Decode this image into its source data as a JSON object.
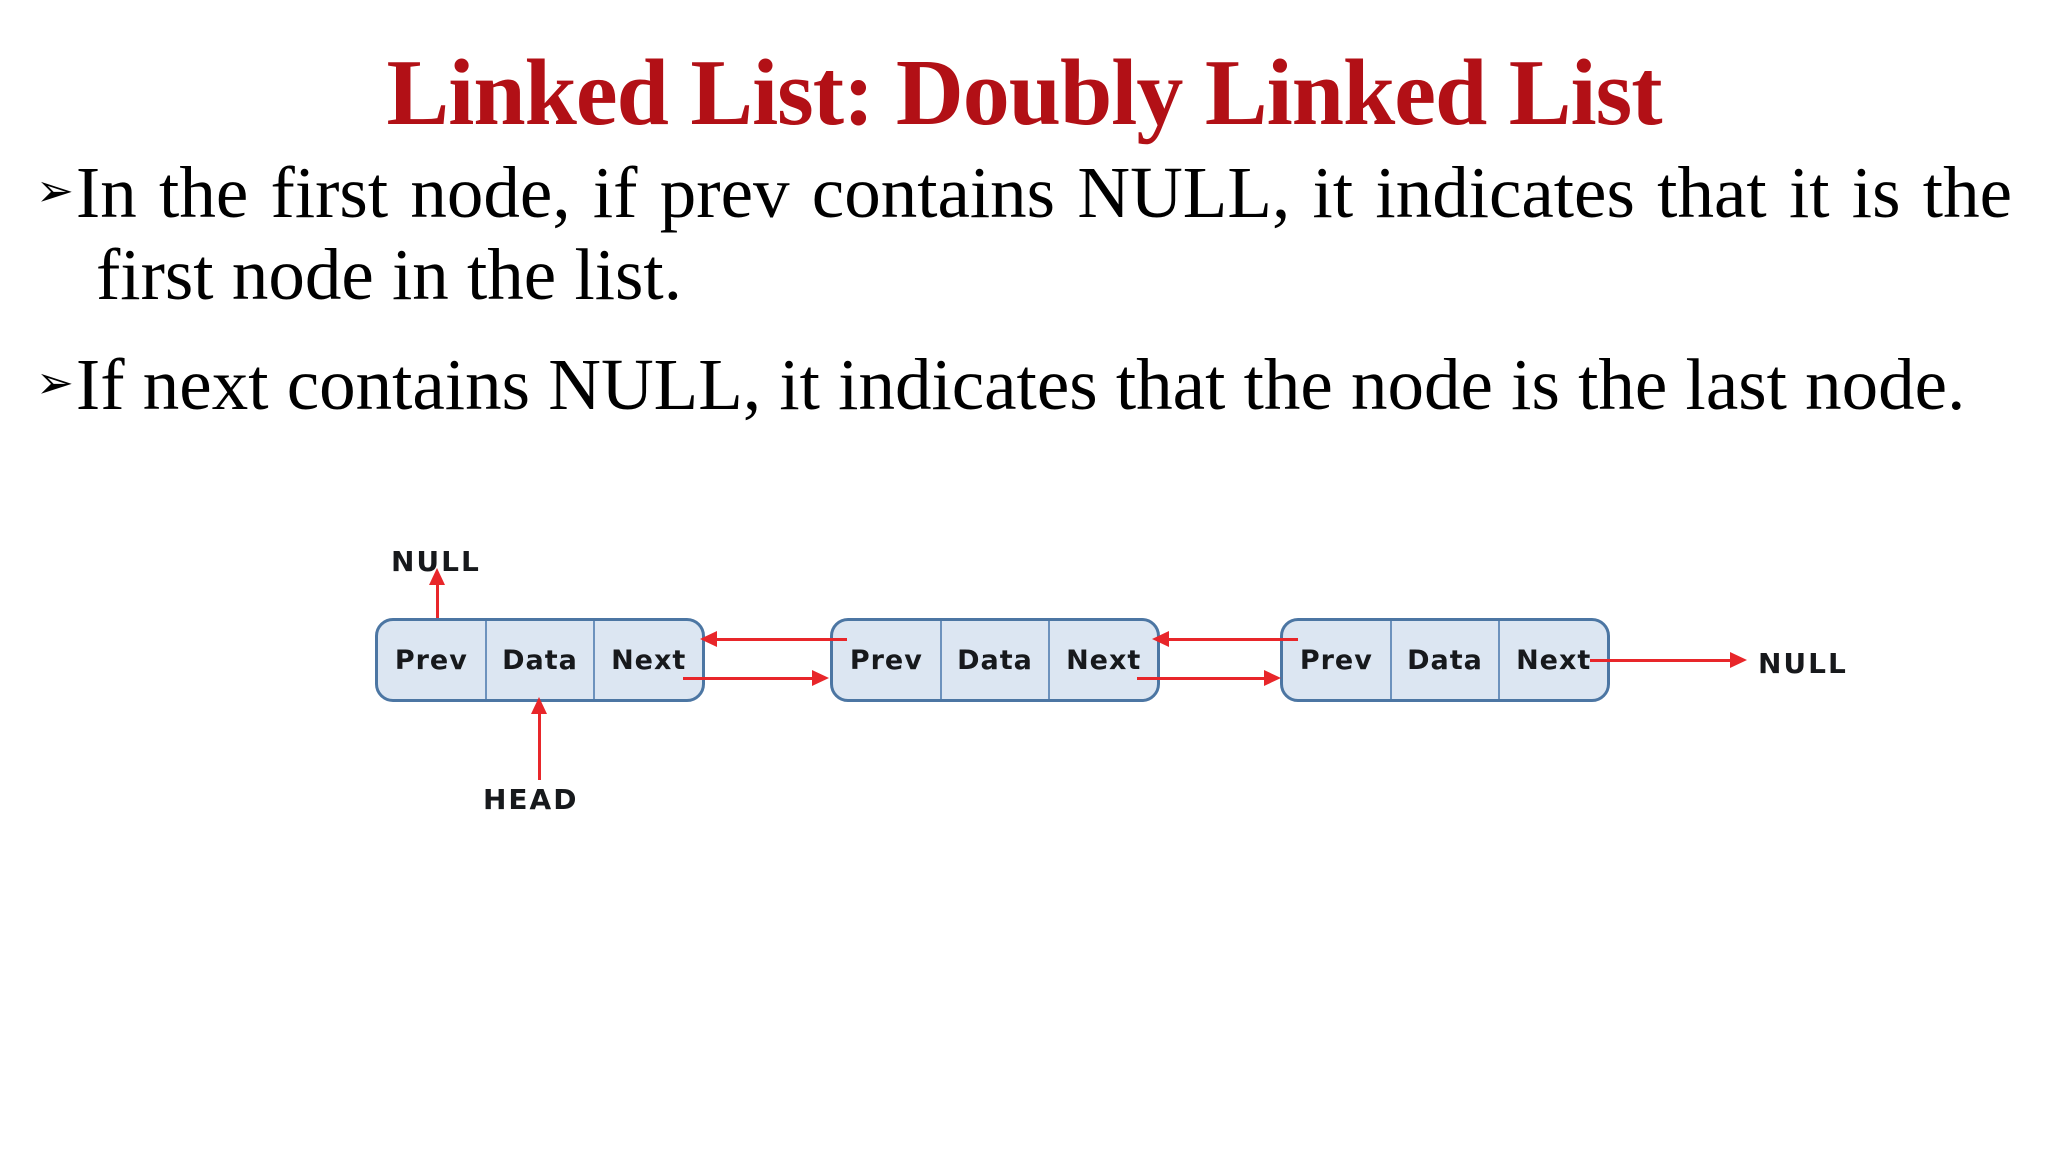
{
  "slide": {
    "title": "Linked List: Doubly Linked List",
    "bullet_char": "➢",
    "bullets": [
      {
        "lines": [
          "In the first node, if prev contains NULL, it indicates that it is the",
          "first node in the list."
        ]
      },
      {
        "lines": [
          "If next contains NULL, it indicates that the node is the last node."
        ]
      }
    ]
  },
  "diagram": {
    "null_top_label": "NULL",
    "head_label": "HEAD",
    "null_right_label": "NULL",
    "nodes": [
      {
        "cells": [
          "Prev",
          "Data",
          "Next"
        ]
      },
      {
        "cells": [
          "Prev",
          "Data",
          "Next"
        ]
      },
      {
        "cells": [
          "Prev",
          "Data",
          "Next"
        ]
      }
    ],
    "colors": {
      "title_red": "#b21016",
      "arrow_red": "#e8262a",
      "node_fill": "#dce6f2",
      "node_border": "#4c76a3",
      "cell_divider": "#6d92bd",
      "label_text": "#17191c"
    }
  }
}
